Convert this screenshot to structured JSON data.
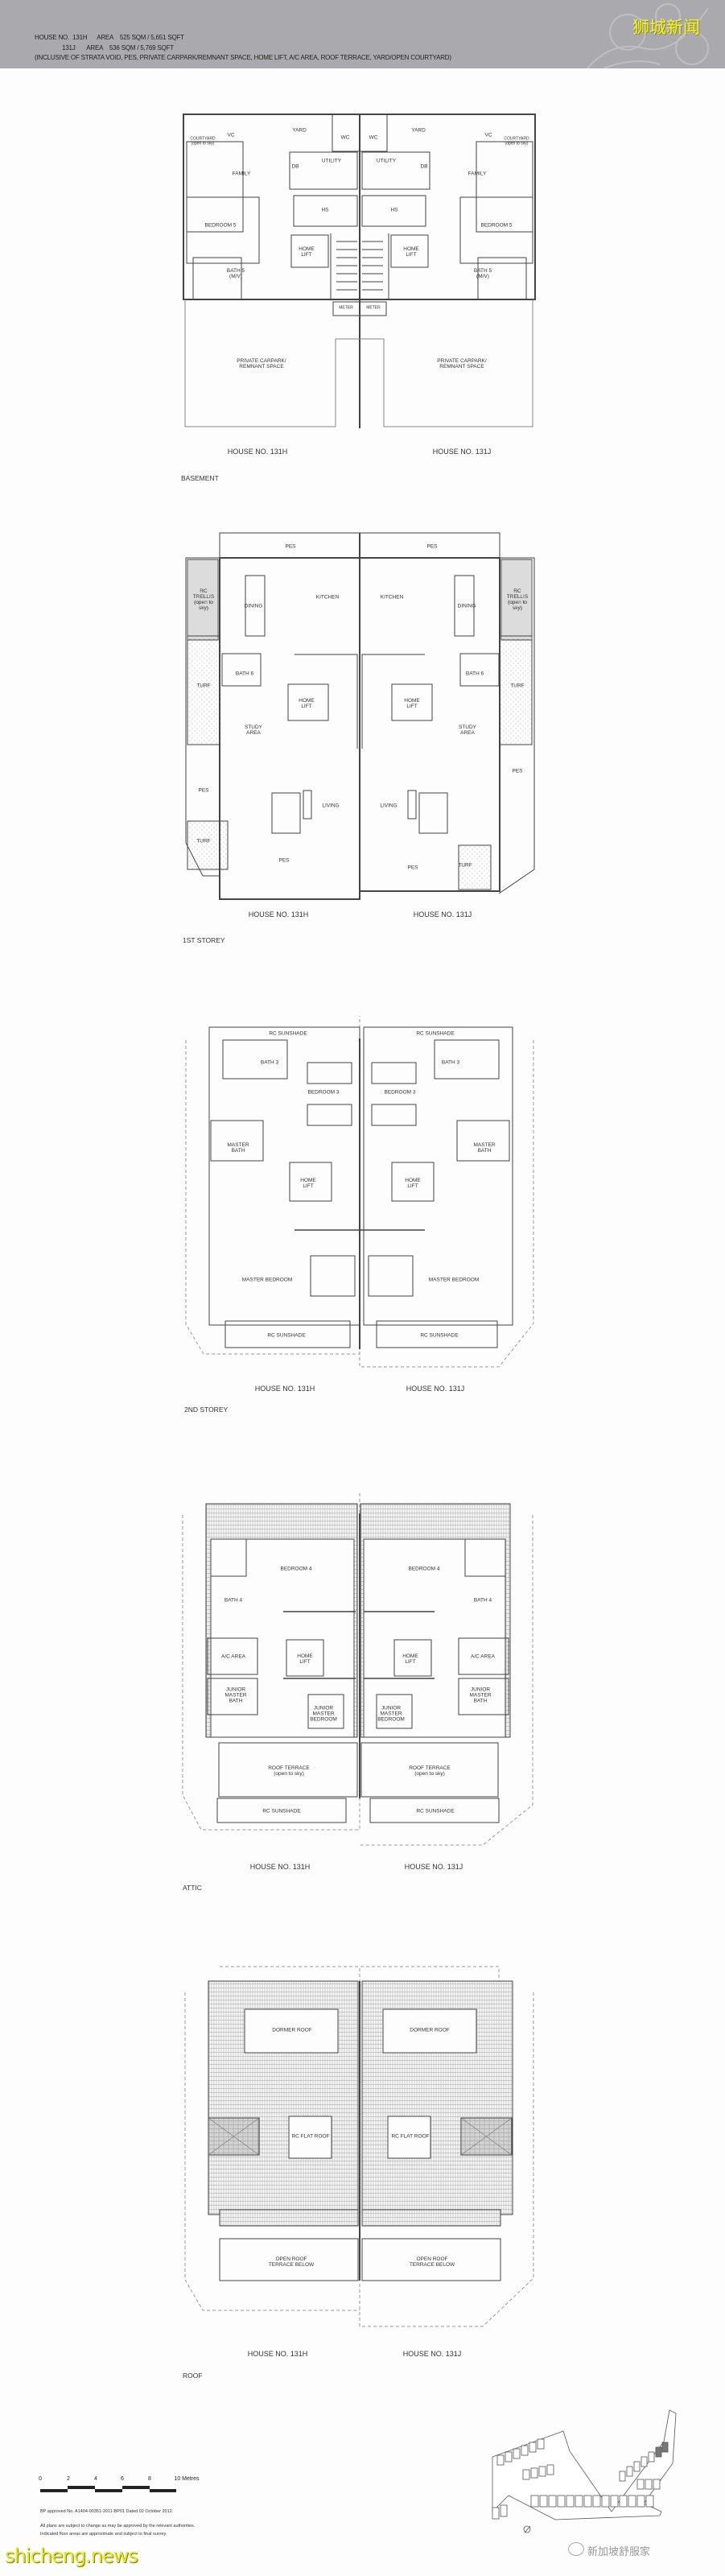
{
  "header": {
    "house_no_label": "HOUSE NO.",
    "area_label": "AREA",
    "units": [
      {
        "house": "131H",
        "area": "525 SQM / 5,651 SQFT"
      },
      {
        "house": "131J",
        "area": "536 SQM / 5,769 SQFT"
      }
    ],
    "inclusive_note": "(INCLUSIVE OF STRATA VOID, PES, PRIVATE CARPARK/REMNANT SPACE, HOME LIFT, A/C AREA, ROOF TERRACE, YARD/OPEN COURTYARD)",
    "logo_text": "狮城新闻"
  },
  "houses": {
    "h": "HOUSE NO. 131H",
    "j": "HOUSE NO. 131J"
  },
  "floors": {
    "basement": {
      "title": "BASEMENT",
      "rooms": {
        "yard": "YARD",
        "wc": "WC",
        "courtyard": "COURTYARD\n(open to sky)",
        "vc": "VC",
        "utility": "UTILITY",
        "db": "DB",
        "family": "FAMILY",
        "hs": "HS",
        "bedroom5": "BEDROOM 5",
        "home_lift": "HOME\nLIFT",
        "bath5": "BATH 5\n(M/V)",
        "meter": "METER",
        "carpark": "PRIVATE CARPARK/\nREMNANT SPACE"
      }
    },
    "first": {
      "title": "1ST STOREY",
      "rooms": {
        "pes": "PES",
        "trellis": "RC\nTRELLIS\n(open to\nsky)",
        "dining": "DINING",
        "kitchen": "KITCHEN",
        "bath6": "BATH 6",
        "turf": "TURF",
        "home_lift": "HOME\nLIFT",
        "study": "STUDY\nAREA",
        "living": "LIVING"
      }
    },
    "second": {
      "title": "2ND STOREY",
      "rooms": {
        "sunshade": "RC SUNSHADE",
        "bath3": "BATH 3",
        "bedroom3": "BEDROOM 3",
        "master_bath": "MASTER\nBATH",
        "home_lift": "HOME\nLIFT",
        "master_bedroom": "MASTER BEDROOM"
      }
    },
    "attic": {
      "title": "ATTIC",
      "rooms": {
        "bedroom4": "BEDROOM 4",
        "bath4": "BATH 4",
        "ac_area": "A/C AREA",
        "home_lift": "HOME\nLIFT",
        "jm_bath": "JUNIOR\nMASTER\nBATH",
        "jm_bedroom": "JUNIOR\nMASTER\nBEDROOM",
        "roof_terrace": "ROOF TERRACE\n(open to sky)",
        "sunshade": "RC SUNSHADE"
      }
    },
    "roof": {
      "title": "ROOF",
      "rooms": {
        "dormer": "DORMER ROOF",
        "flat_roof": "RC FLAT ROOF",
        "open_terrace": "OPEN ROOF\nTERRACE BELOW"
      }
    }
  },
  "scale": {
    "ticks": [
      "0",
      "2",
      "4",
      "6",
      "8"
    ],
    "end_label": "10 Metres"
  },
  "notes": {
    "approval": "BP approved No. A1404-00351-2011-BP01 Dated 02 October 2012.",
    "disclaimer1": "All plans are subject to change as may be approved by  the relevant authorities.",
    "disclaimer2": "Indicated floor areas are approximate and subject to final survey."
  },
  "watermarks": {
    "site": "shicheng.news",
    "wechat": "新加坡舒服家"
  }
}
